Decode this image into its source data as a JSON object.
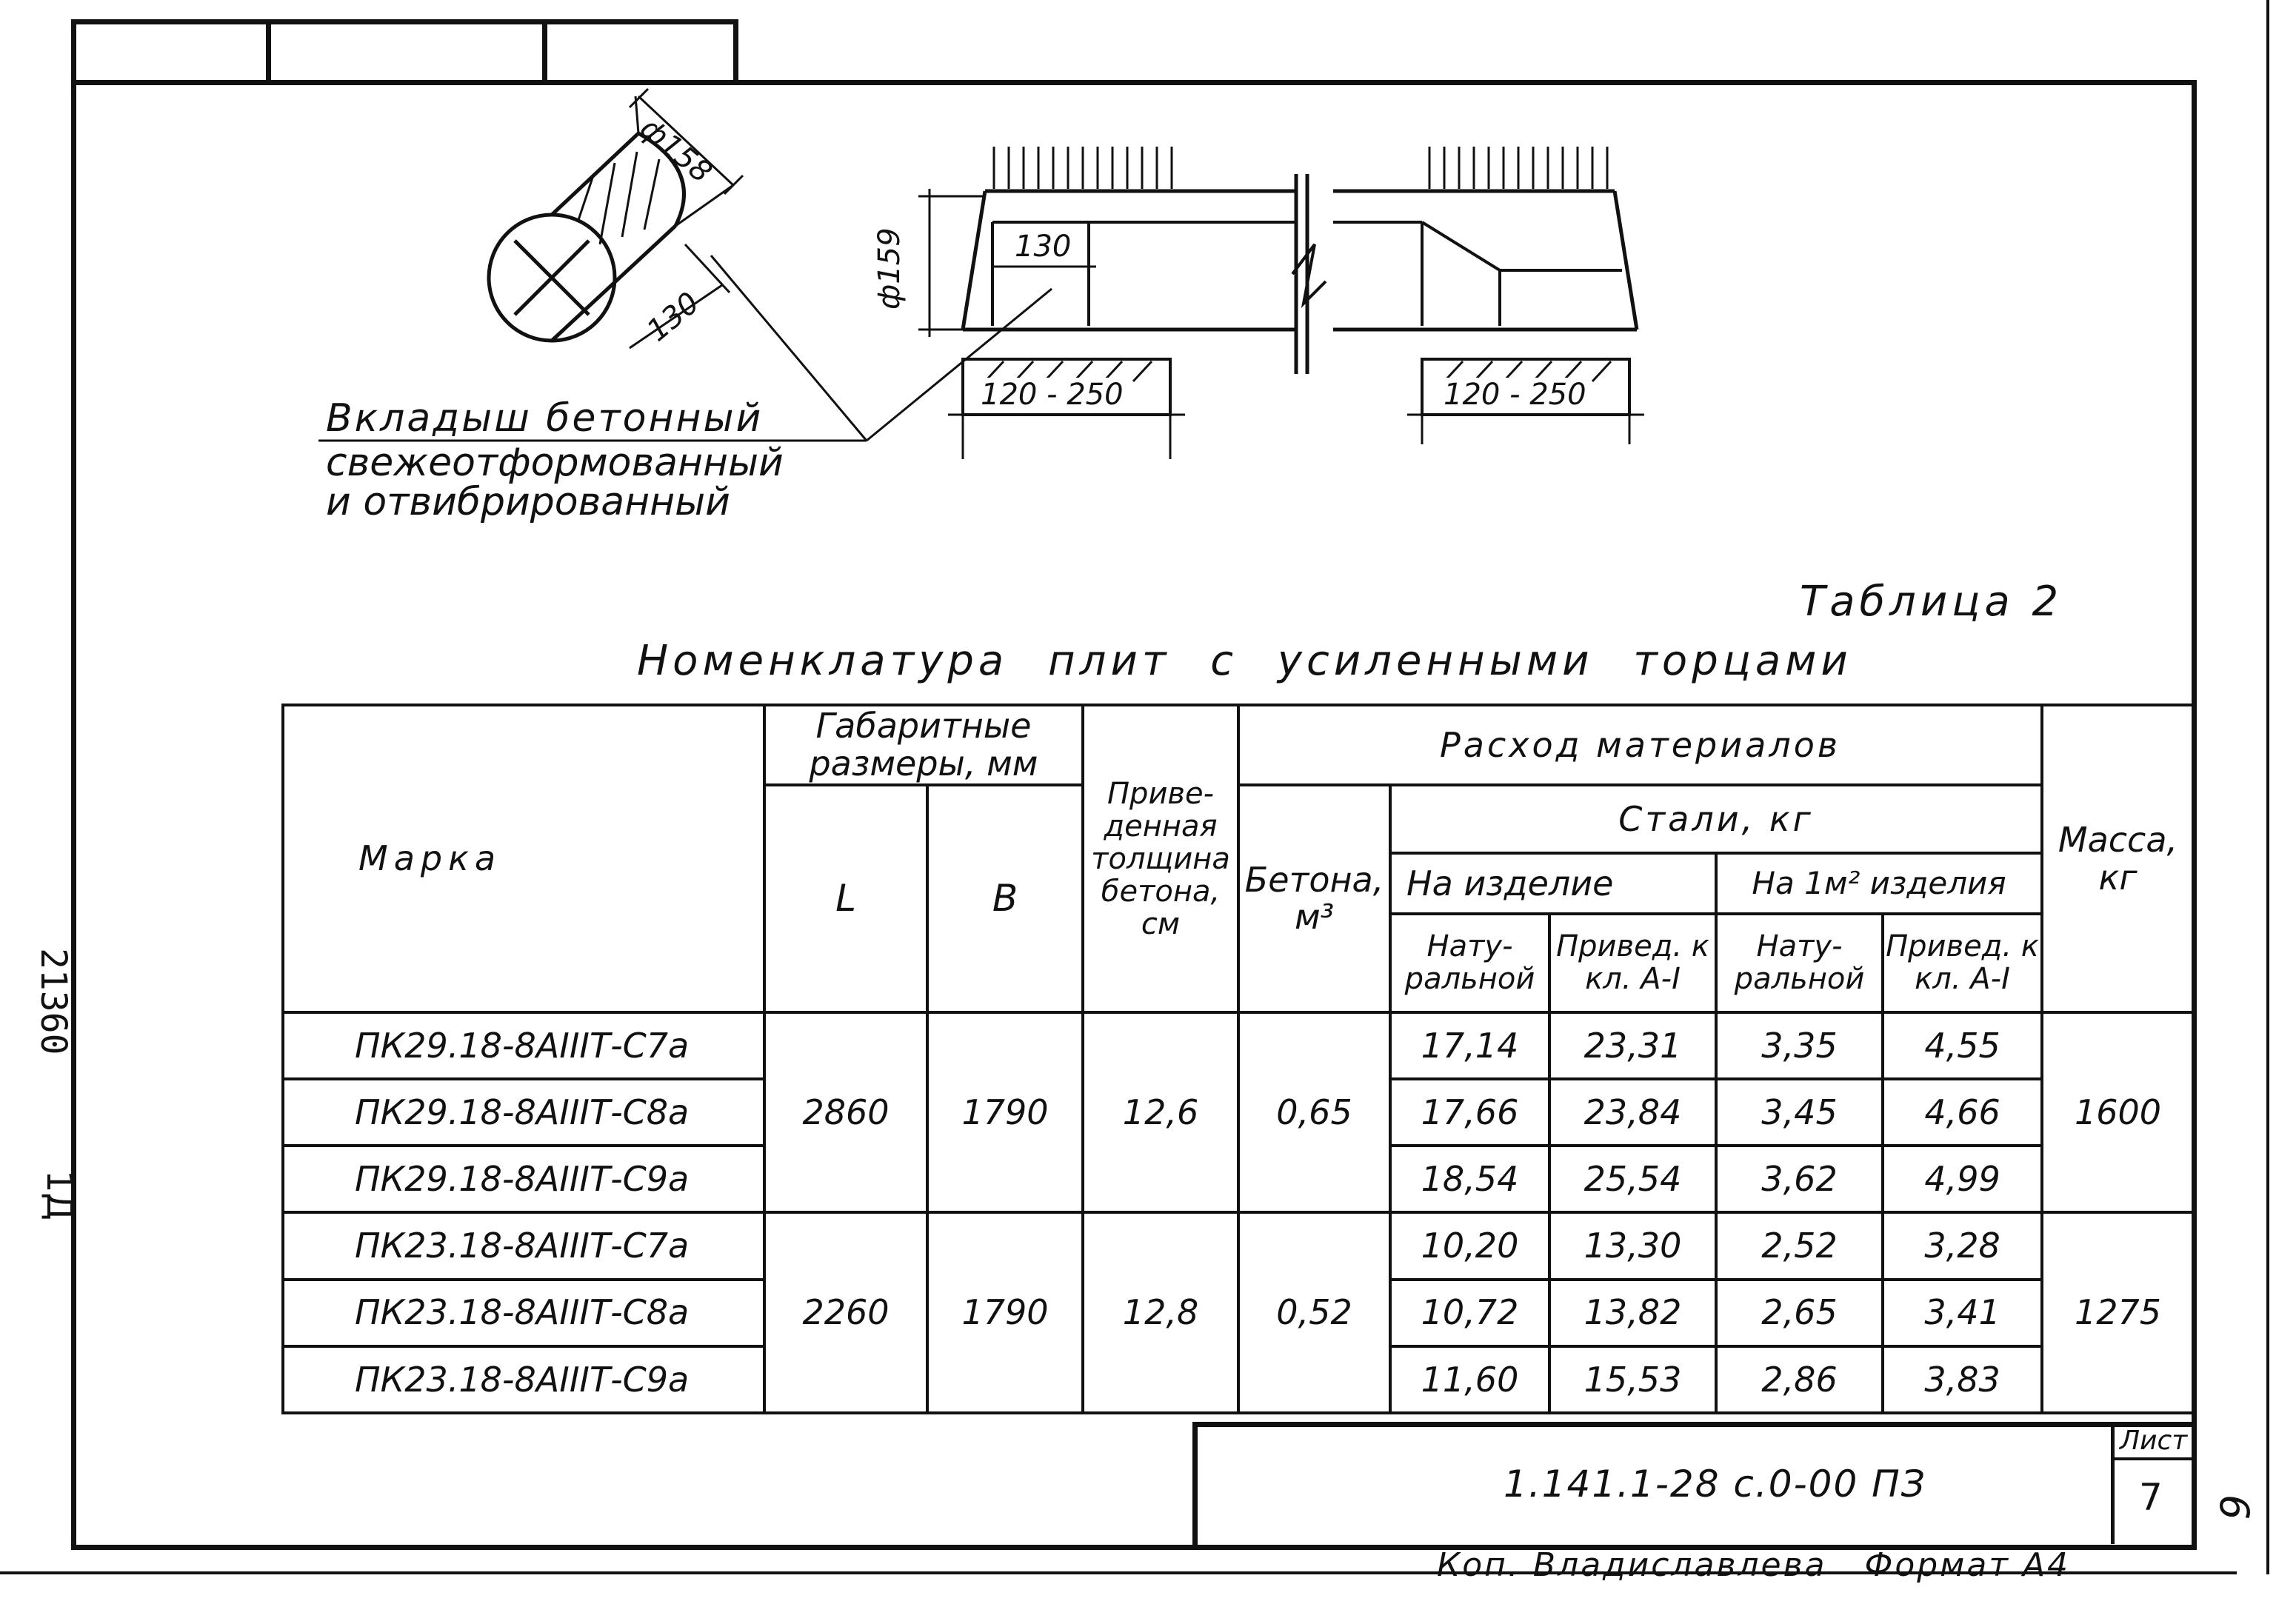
{
  "drawing": {
    "insert_label_line1": "Вкладыш бетонный",
    "insert_label_line2": "свежеотформованный",
    "insert_label_line3": "и отвибрированный",
    "dim_phi158": "ф158",
    "dim_130_a": "130",
    "dim_phi159": "ф159",
    "dim_130_b": "130",
    "dim_support_left": "120 - 250",
    "dim_support_right": "120 - 250"
  },
  "table_caption": "Таблица 2",
  "table_title": "Номенклатура плит с усиленными торцами",
  "header": {
    "marka": "Марка",
    "gabarit": "Габаритные размеры, мм",
    "L": "L",
    "B": "B",
    "thickness": "Приве-денная толщина бетона, см",
    "consumption": "Расход материалов",
    "concrete": "Бетона, м³",
    "steel": "Стали, кг",
    "per_item": "На изделие",
    "per_m2": "На 1м² изделия",
    "natural": "Нату-ральной",
    "reduced": "Привед. к кл. А-I",
    "mass": "Масса, кг"
  },
  "groups": [
    {
      "L": "2860",
      "B": "1790",
      "thickness": "12,6",
      "concrete": "0,65",
      "mass": "1600",
      "rows": [
        {
          "marka": "ПК29.18-8АIIIТ-С7а",
          "nat_item": "17,14",
          "red_item": "23,31",
          "nat_m2": "3,35",
          "red_m2": "4,55"
        },
        {
          "marka": "ПК29.18-8АIIIТ-С8а",
          "nat_item": "17,66",
          "red_item": "23,84",
          "nat_m2": "3,45",
          "red_m2": "4,66"
        },
        {
          "marka": "ПК29.18-8АIIIТ-С9а",
          "nat_item": "18,54",
          "red_item": "25,54",
          "nat_m2": "3,62",
          "red_m2": "4,99"
        }
      ]
    },
    {
      "L": "2260",
      "B": "1790",
      "thickness": "12,8",
      "concrete": "0,52",
      "mass": "1275",
      "rows": [
        {
          "marka": "ПК23.18-8АIIIТ-С7а",
          "nat_item": "10,20",
          "red_item": "13,30",
          "nat_m2": "2,52",
          "red_m2": "3,28"
        },
        {
          "marka": "ПК23.18-8АIIIТ-С8а",
          "nat_item": "10,72",
          "red_item": "13,82",
          "nat_m2": "2,65",
          "red_m2": "3,41"
        },
        {
          "marka": "ПК23.18-8АIIIТ-С9а",
          "nat_item": "11,60",
          "red_item": "15,53",
          "nat_m2": "2,86",
          "red_m2": "3,83"
        }
      ]
    }
  ],
  "title_block": {
    "doc_code": "1.141.1-28 с.0-00 ПЗ",
    "sheet_label": "Лист",
    "sheet_number": "7",
    "footer": "Коп. Владиславлева   Формат А4"
  },
  "margin": {
    "inv_number": "21360",
    "side_mark": "1Д",
    "corner_number": "6"
  }
}
